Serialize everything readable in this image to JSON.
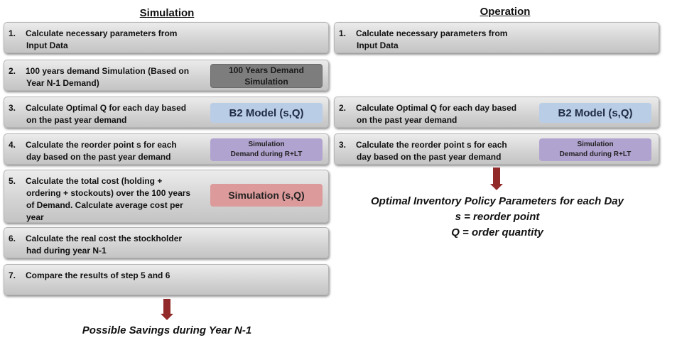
{
  "simulation": {
    "title": "Simulation",
    "steps": [
      {
        "num": "1.",
        "lines": [
          "Calculate necessary parameters from",
          "Input Data"
        ]
      },
      {
        "num": "2.",
        "lines": [
          "100 years demand Simulation (Based on",
          "Year N-1 Demand)"
        ],
        "badge": [
          "100 Years Demand",
          "Simulation"
        ]
      },
      {
        "num": "3.",
        "lines": [
          "Calculate Optimal Q for each day based",
          "on the past year demand"
        ],
        "badge": [
          "B2 Model (s,Q)"
        ]
      },
      {
        "num": "4.",
        "lines": [
          "Calculate the reorder point s for each",
          "day based on the past year demand"
        ],
        "badge": [
          "Simulation",
          "Demand during R+LT"
        ]
      },
      {
        "num": "5.",
        "lines": [
          "Calculate  the  total  cost  (holding  +",
          "ordering  + stockouts) over the 100 years",
          "of  Demand.  Calculate  average  cost  per",
          "year"
        ],
        "badge": [
          "Simulation (s,Q)"
        ]
      },
      {
        "num": "6.",
        "lines": [
          "Calculate  the  real  cost  the  stockholder",
          "had during year N-1"
        ]
      },
      {
        "num": "7.",
        "lines": [
          "Compare the results of step 5 and 6"
        ]
      }
    ],
    "result": "Possible Savings during Year N-1"
  },
  "operation": {
    "title": "Operation",
    "steps": [
      {
        "num": "1.",
        "lines": [
          "Calculate necessary parameters from",
          "Input Data"
        ]
      },
      {
        "num": "2.",
        "lines": [
          "Calculate Optimal Q for each day based",
          "on the past year demand"
        ],
        "badge": [
          "B2 Model (s,Q)"
        ]
      },
      {
        "num": "3.",
        "lines": [
          "Calculate the reorder point s for each",
          "day based on the past year demand"
        ],
        "badge": [
          "Simulation",
          "Demand during R+LT"
        ]
      }
    ],
    "result": [
      "Optimal Inventory Policy Parameters for each Day",
      "s = reorder point",
      "Q = order quantity"
    ]
  },
  "colors": {
    "arrow": "#922a2a",
    "badge_gray": "#7d7d7d",
    "badge_blue": "#b9cde6",
    "badge_purple": "#b1a3cf",
    "badge_red": "#dc9a9a"
  }
}
